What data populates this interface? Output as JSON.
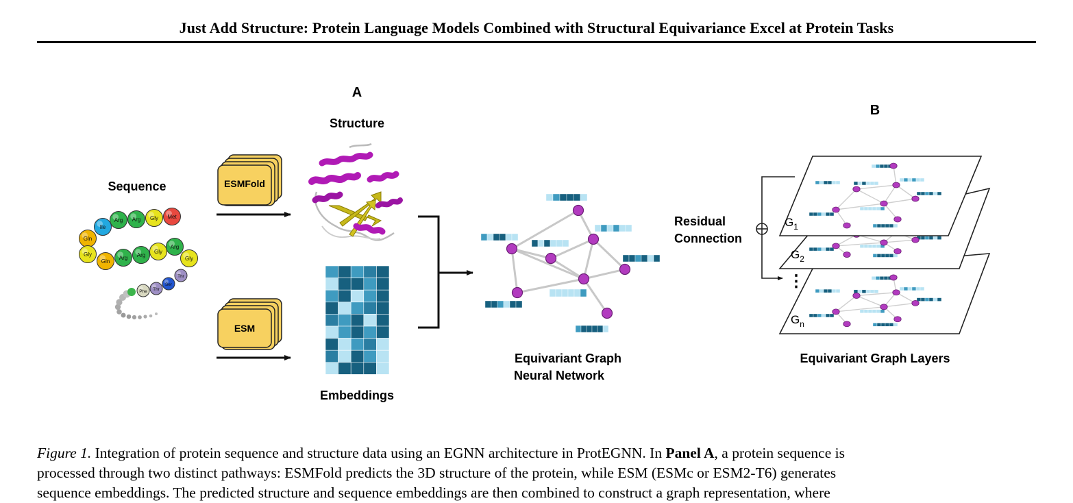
{
  "running_title": "Just Add Structure: Protein Language Models Combined with Structural Equivariance Excel at Protein Tasks",
  "figure": {
    "panel_a": {
      "letter": "A",
      "sequence_label": "Sequence",
      "residues": [
        "Met",
        "Gly",
        "Arg",
        "Arg",
        "Ile",
        "Gln",
        "Gly",
        "Gln",
        "Arg",
        "Arg",
        "Gly",
        "Arg",
        "Gly",
        "Thr",
        "Ser",
        "Thr",
        "Phe"
      ],
      "esmfold_label": "ESMFold",
      "esm_label": "ESM",
      "structure_label": "Structure",
      "embeddings_label": "Embeddings",
      "egnn_label_line1": "Equivariant Graph",
      "egnn_label_line2": "Neural Network"
    },
    "panel_b": {
      "letter": "B",
      "residual_line1": "Residual",
      "residual_line2": "Connection",
      "layer_labels": [
        "G",
        "G",
        "G"
      ],
      "layer_subscripts": [
        "1",
        "2",
        "n"
      ],
      "ellipsis": "⋮",
      "layers_label": "Equivariant Graph Layers"
    },
    "colors": {
      "node": "#b23bbf",
      "helix": "#b01ab5",
      "sheet": "#c6b81a",
      "box_fill": "#f7d160",
      "embed_dark": "#17607f",
      "embed_mid": "#3f9bc0",
      "embed_light": "#b8e3f3"
    }
  },
  "caption": {
    "lead": "Figure 1.",
    "line1_text": " Integration of protein sequence and structure data using an EGNN architecture in ProtEGNN. In ",
    "panel_a_bold": "Panel A",
    "line1_tail": ", a protein sequence is",
    "line2": "processed through two distinct pathways: ESMFold predicts the 3D structure of the protein, while ESM (ESMc or ESM2-T6) generates",
    "line3": "sequence embeddings. The predicted structure and sequence embeddings are then combined to construct a graph representation, where"
  }
}
